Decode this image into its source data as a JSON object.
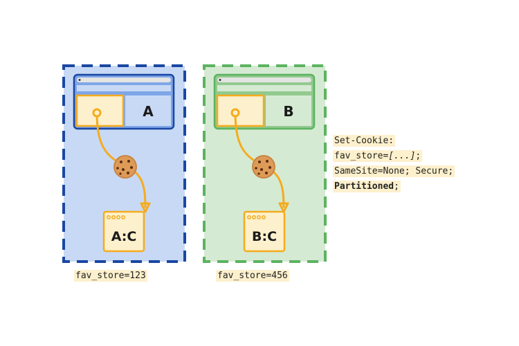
{
  "colors": {
    "blue_stroke": "#1a47a3",
    "blue_fill": "#c8d9f5",
    "green_stroke": "#5cb360",
    "green_fill": "#d5ead3",
    "orange": "#f5ab1e",
    "iframe_fill": "#fdf0cc",
    "code_bg": "#fdf0cc"
  },
  "partitions": [
    {
      "site_label": "A",
      "storage_label": "A:C",
      "cookie_value": "fav_store=123",
      "icons": {
        "cookie": "cookie-icon",
        "lock": "lock-icon"
      }
    },
    {
      "site_label": "B",
      "storage_label": "B:C",
      "cookie_value": "fav_store=456",
      "icons": {
        "cookie": "cookie-icon",
        "lock": "lock-icon"
      }
    }
  ],
  "set_cookie": {
    "line1": "Set-Cookie:",
    "line2_prefix": "fav_store=",
    "line2_value": "[...]",
    "line2_suffix": ";",
    "line3": "SameSite=None; Secure;",
    "line4_bold": "Partitioned",
    "line4_suffix": ";"
  }
}
